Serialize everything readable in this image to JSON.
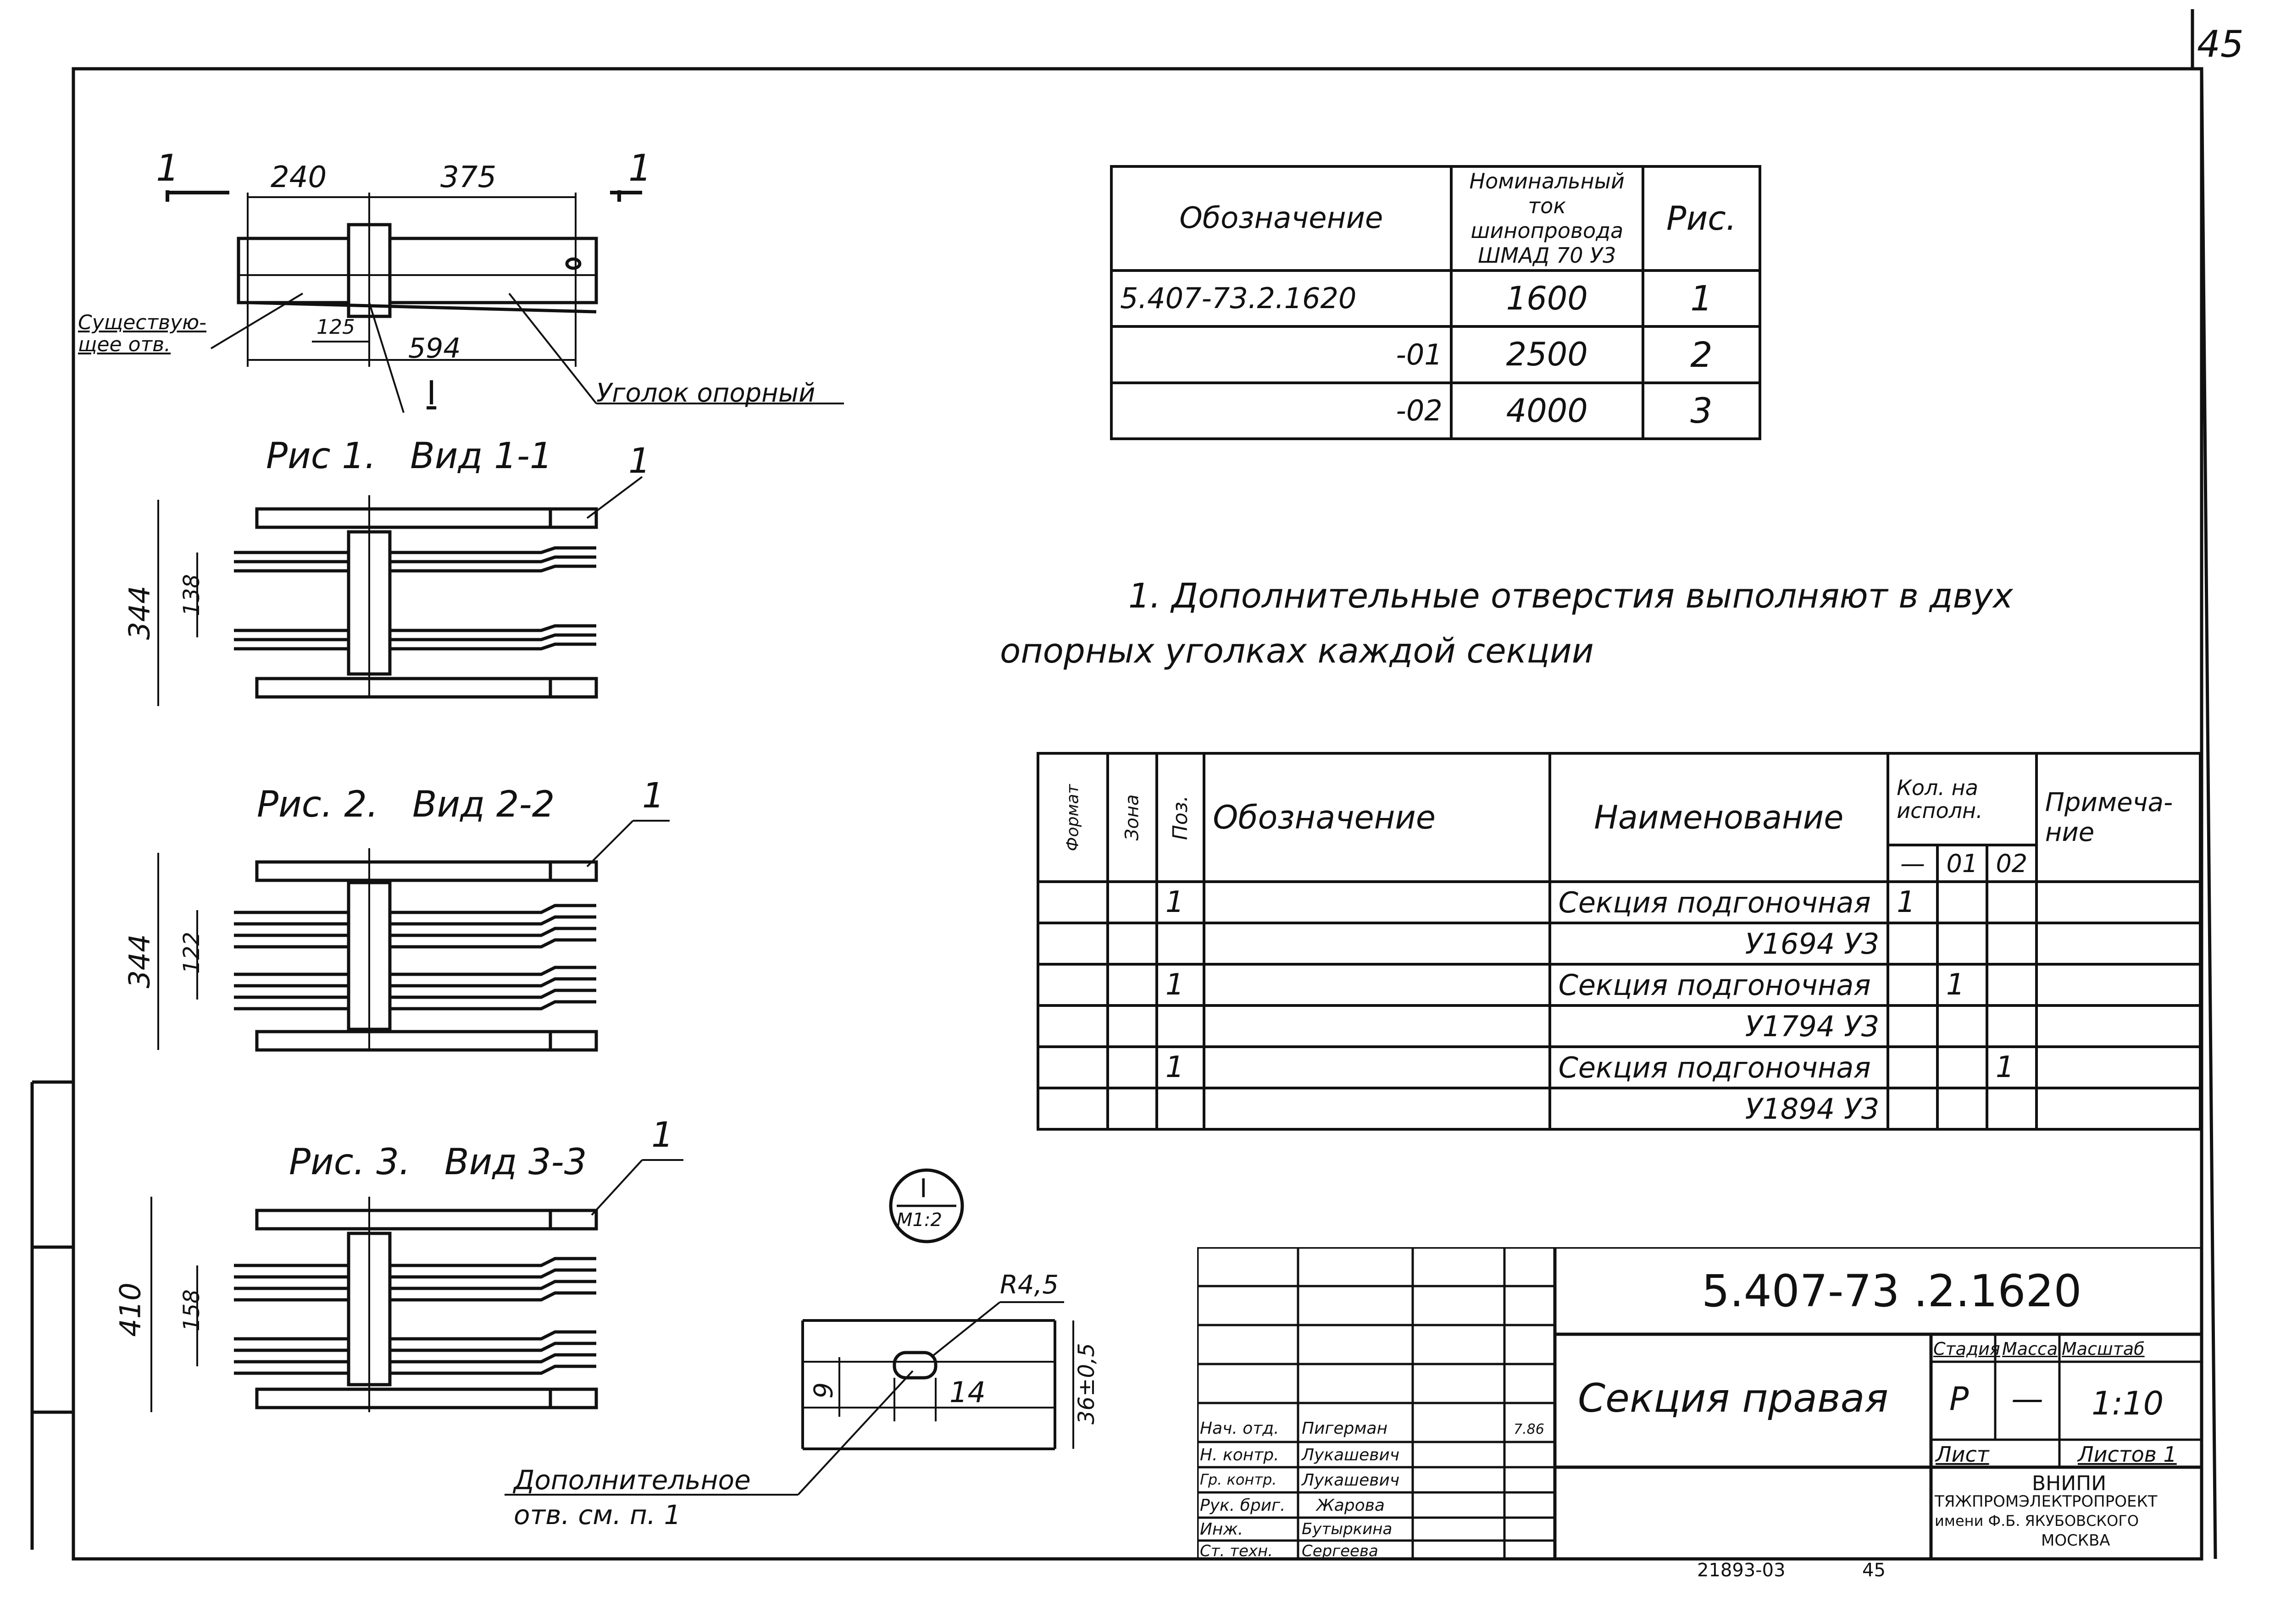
{
  "sheet_number": "45",
  "top_table": {
    "headers": [
      "Обозначение",
      "Номинальный ток шинопровода ШМАД 70 У3",
      "Рис."
    ],
    "rows": [
      [
        "5.407-73.2.1620",
        "1600",
        "1"
      ],
      [
        "-01",
        "2500",
        "2"
      ],
      [
        "-02",
        "4000",
        "3"
      ]
    ]
  },
  "note": "1. Дополнительные отверстия выполняют в двух опорных уголках каждой секции",
  "spec_table": {
    "headers": {
      "format": "Формат",
      "zone": "Зона",
      "pos": "Поз.",
      "designation": "Обозначение",
      "name": "Наименование",
      "qty": "Кол. на исполн.",
      "qty_cols": [
        "—",
        "01",
        "02"
      ],
      "remark": "Примеча-ние"
    },
    "rows": [
      {
        "pos": "1",
        "name": "Секция подгоночная",
        "q0": "1",
        "q1": "",
        "q2": ""
      },
      {
        "pos": "",
        "name": "У1694 У3",
        "q0": "",
        "q1": "",
        "q2": ""
      },
      {
        "pos": "1",
        "name": "Секция подгоночная",
        "q0": "",
        "q1": "1",
        "q2": ""
      },
      {
        "pos": "",
        "name": "У1794 У3",
        "q0": "",
        "q1": "",
        "q2": ""
      },
      {
        "pos": "1",
        "name": "Секция подгоночная",
        "q0": "",
        "q1": "",
        "q2": "1"
      },
      {
        "pos": "",
        "name": "У1894 У3",
        "q0": "",
        "q1": "",
        "q2": ""
      }
    ]
  },
  "top_view": {
    "section_mark_left": "1",
    "section_mark_right": "1",
    "dim_240": "240",
    "dim_375": "375",
    "dim_125": "125",
    "dim_594": "594",
    "existing_hole": "Существую-щее отв.",
    "detail_ref": "I",
    "support_angle": "Уголок опорный"
  },
  "fig1": {
    "title": "Рис 1.   Вид 1-1",
    "dim_outer": "344",
    "dim_inner": "138",
    "pos": "1"
  },
  "fig2": {
    "title": "Рис. 2.   Вид 2-2",
    "dim_outer": "344",
    "dim_inner": "122",
    "pos": "1"
  },
  "fig3": {
    "title": "Рис. 3.   Вид 3-3",
    "dim_outer": "410",
    "dim_inner": "158",
    "pos": "1"
  },
  "detail": {
    "mark_top": "I",
    "mark_bottom": "М1:2",
    "radius": "R4,5",
    "dim_9": "9",
    "dim_14": "14",
    "dim_right": "36±0,5",
    "caption": "Дополнительное отв. см. п. 1"
  },
  "title_block": {
    "doc_code": "5.407-73 .2.1620",
    "title": "Секция правая",
    "stage_label": "Стадия",
    "mass_label": "Масса",
    "scale_label": "Масштаб",
    "stage": "Р",
    "mass": "—",
    "scale": "1:10",
    "sheet_label": "Лист",
    "sheets_label": "Листов 1",
    "org": [
      "ВНИПИ",
      "ТЯЖПРОМЭЛЕКТРОПРОЕКТ",
      "имени Ф.Б. ЯКУБОВСКОГО",
      "МОСКВА"
    ],
    "signers": [
      {
        "role": "Нач. отд.",
        "name": "Пигерман"
      },
      {
        "role": "Н. контр.",
        "name": "Лукашевич"
      },
      {
        "role": "Гр. контр.",
        "name": "Лукашевич"
      },
      {
        "role": "Рук. бриг.",
        "name": "Жарова"
      },
      {
        "role": "Инж.",
        "name": "Бутыркина"
      },
      {
        "role": "Ст. техн.",
        "name": "Сергеева"
      }
    ],
    "date": "7.86"
  },
  "footer_code": "21893-03",
  "footer_sheet": "45"
}
